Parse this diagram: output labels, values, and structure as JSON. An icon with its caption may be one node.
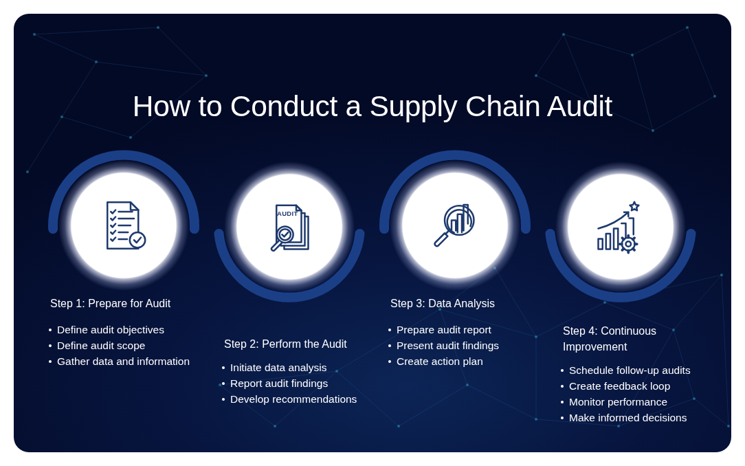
{
  "diagram": {
    "title": "How to Conduct a Supply Chain Audit",
    "nodes": [
      {
        "text": [
          "Step 1: Prepare for Audit",
          "Define audit objectives",
          "Define audit scope",
          "Gather data and information"
        ]
      },
      {
        "text": [
          "Step 2: Perform the Audit",
          "Initiate data analysis",
          "Report audit findings",
          "Develop recommendations"
        ]
      },
      {
        "text": [
          "Step 3: Data Analysis",
          "Prepare audit report",
          "Present audit findings",
          "Create action plan"
        ]
      },
      {
        "text": [
          "Step 4: Continuous Improvement",
          "Schedule follow-up audits",
          "Create feedback loop",
          "Monitor performance",
          "Make informed decisions"
        ]
      }
    ],
    "labels": [
      "AUDIT"
    ]
  }
}
